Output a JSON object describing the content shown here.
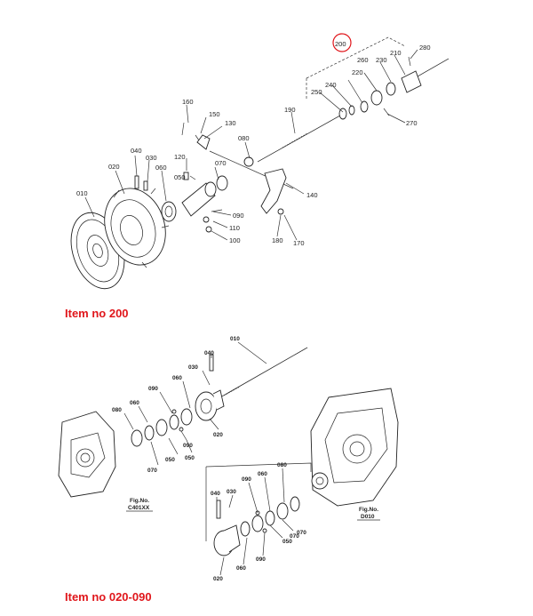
{
  "top_diagram": {
    "callouts": [
      "200",
      "280",
      "260",
      "230",
      "210",
      "220",
      "250",
      "240",
      "270",
      "160",
      "150",
      "130",
      "190",
      "080",
      "040",
      "030",
      "020",
      "060",
      "120",
      "050",
      "070",
      "010",
      "090",
      "110",
      "100",
      "140",
      "180",
      "170"
    ]
  },
  "bottom_diagram": {
    "callouts": [
      "010",
      "040",
      "030",
      "090",
      "060",
      "080",
      "060",
      "020",
      "050",
      "070",
      "090",
      "050",
      "070",
      "060",
      "080",
      "040",
      "030",
      "090",
      "020",
      "060",
      "090",
      "050",
      "070"
    ],
    "fig_refs": [
      {
        "line1": "Fig.No.",
        "line2": "C401XX"
      },
      {
        "line1": "Fig.No.",
        "line2": "D010"
      }
    ]
  },
  "headings": {
    "top": "Item no 200",
    "bottom": "Item no 020-090"
  },
  "colors": {
    "heading": "#e0161b",
    "highlight_circle": "#e0161b",
    "line": "#333333"
  }
}
